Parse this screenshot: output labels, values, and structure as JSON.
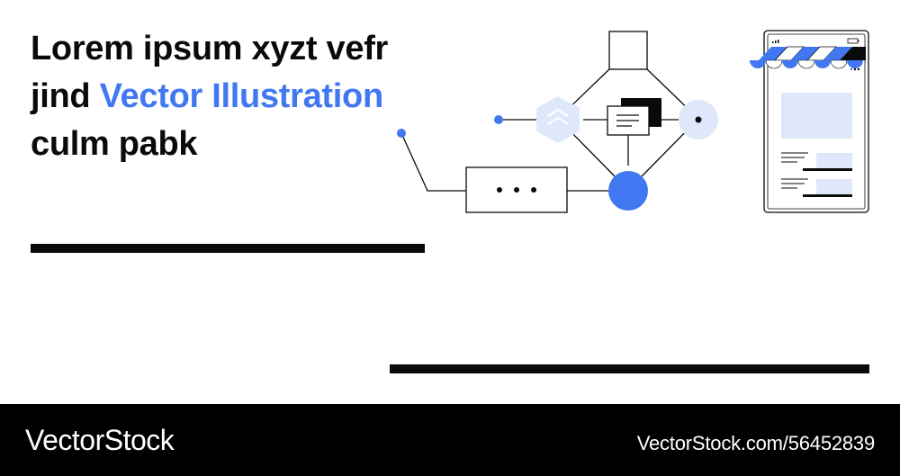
{
  "headline": {
    "part1": "Lorem ipsum xyzt vefr jind ",
    "accent": "Vector Illustration",
    "part2": " culm pabk"
  },
  "footer": {
    "brand": "VectorStock",
    "reference": "VectorStock.com/56452839"
  },
  "colors": {
    "accent": "#4178f2",
    "light_accent": "#dfe8fb",
    "ink": "#0a0a0a",
    "footer_bg": "#000000"
  },
  "icons": [
    "hexagon-chevrons-icon",
    "document-stack-icon",
    "dot-circle-icon",
    "ellipsis-box-icon",
    "mobile-shop-icon",
    "awning-icon",
    "signal-icon",
    "battery-icon"
  ]
}
